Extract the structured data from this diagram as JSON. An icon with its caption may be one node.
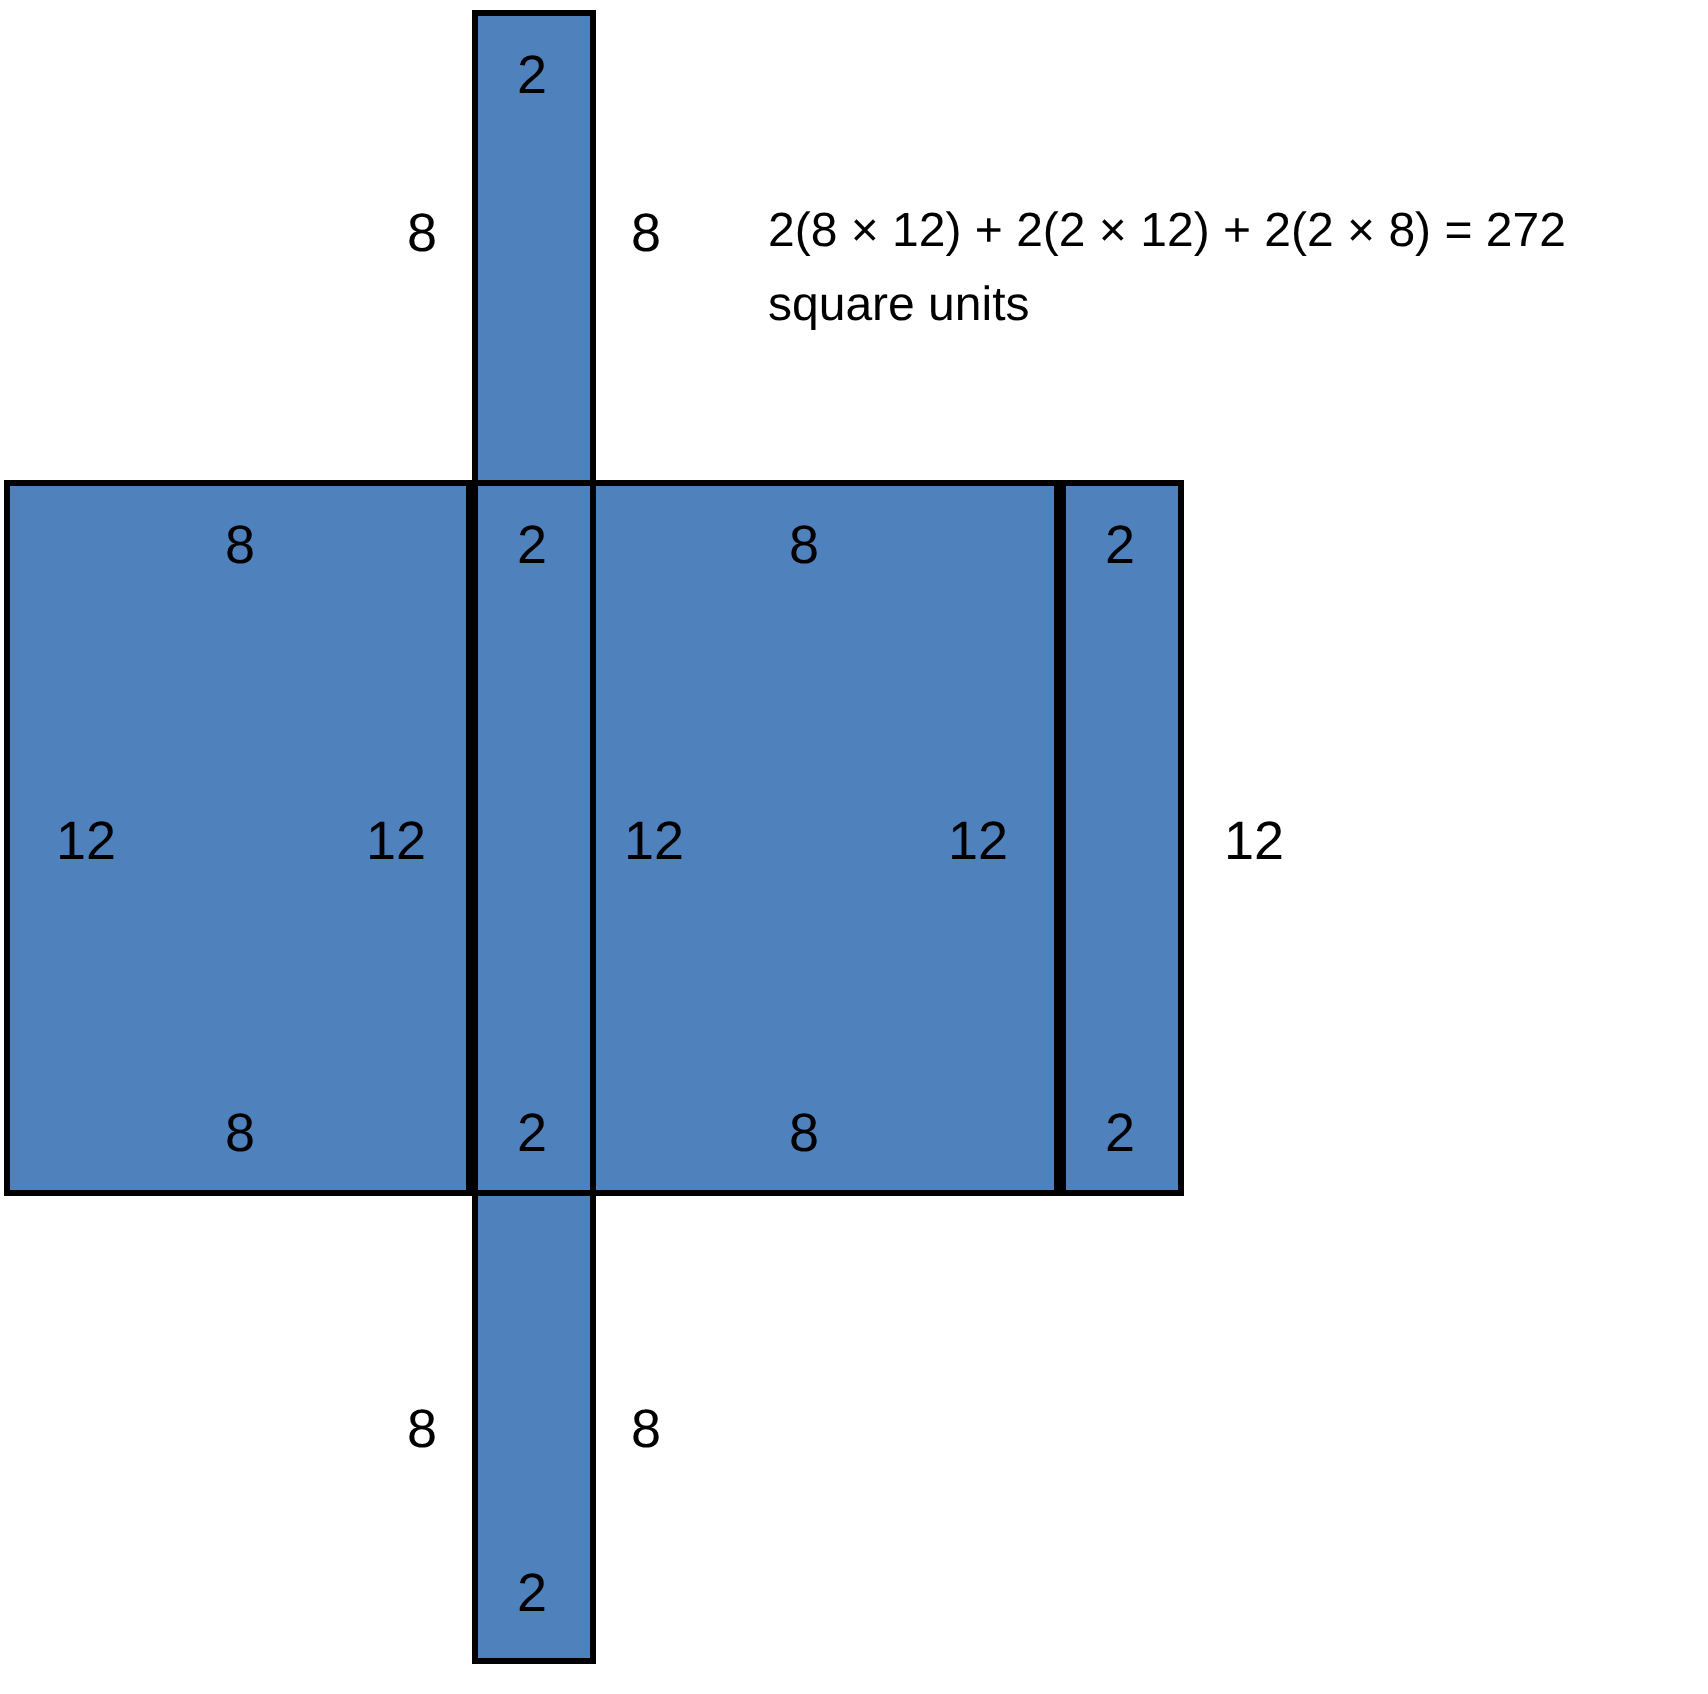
{
  "diagram": {
    "nodes": [
      {
        "text": [
          "2"
        ],
        "beside": [
          "8",
          "8"
        ]
      },
      {
        "text": [
          "8",
          "12",
          "12",
          "8"
        ]
      },
      {
        "text": [
          "2",
          "2"
        ]
      },
      {
        "text": [
          "8",
          "12",
          "12",
          "8"
        ]
      },
      {
        "text": [
          "2",
          "2"
        ],
        "beside": [
          "12"
        ]
      },
      {
        "text": [
          "2"
        ],
        "beside": [
          "8",
          "8"
        ]
      }
    ],
    "labels": [
      "2(8 × 12) + 2(2 × 12) + 2(2 × 8) = 272 square units"
    ]
  }
}
